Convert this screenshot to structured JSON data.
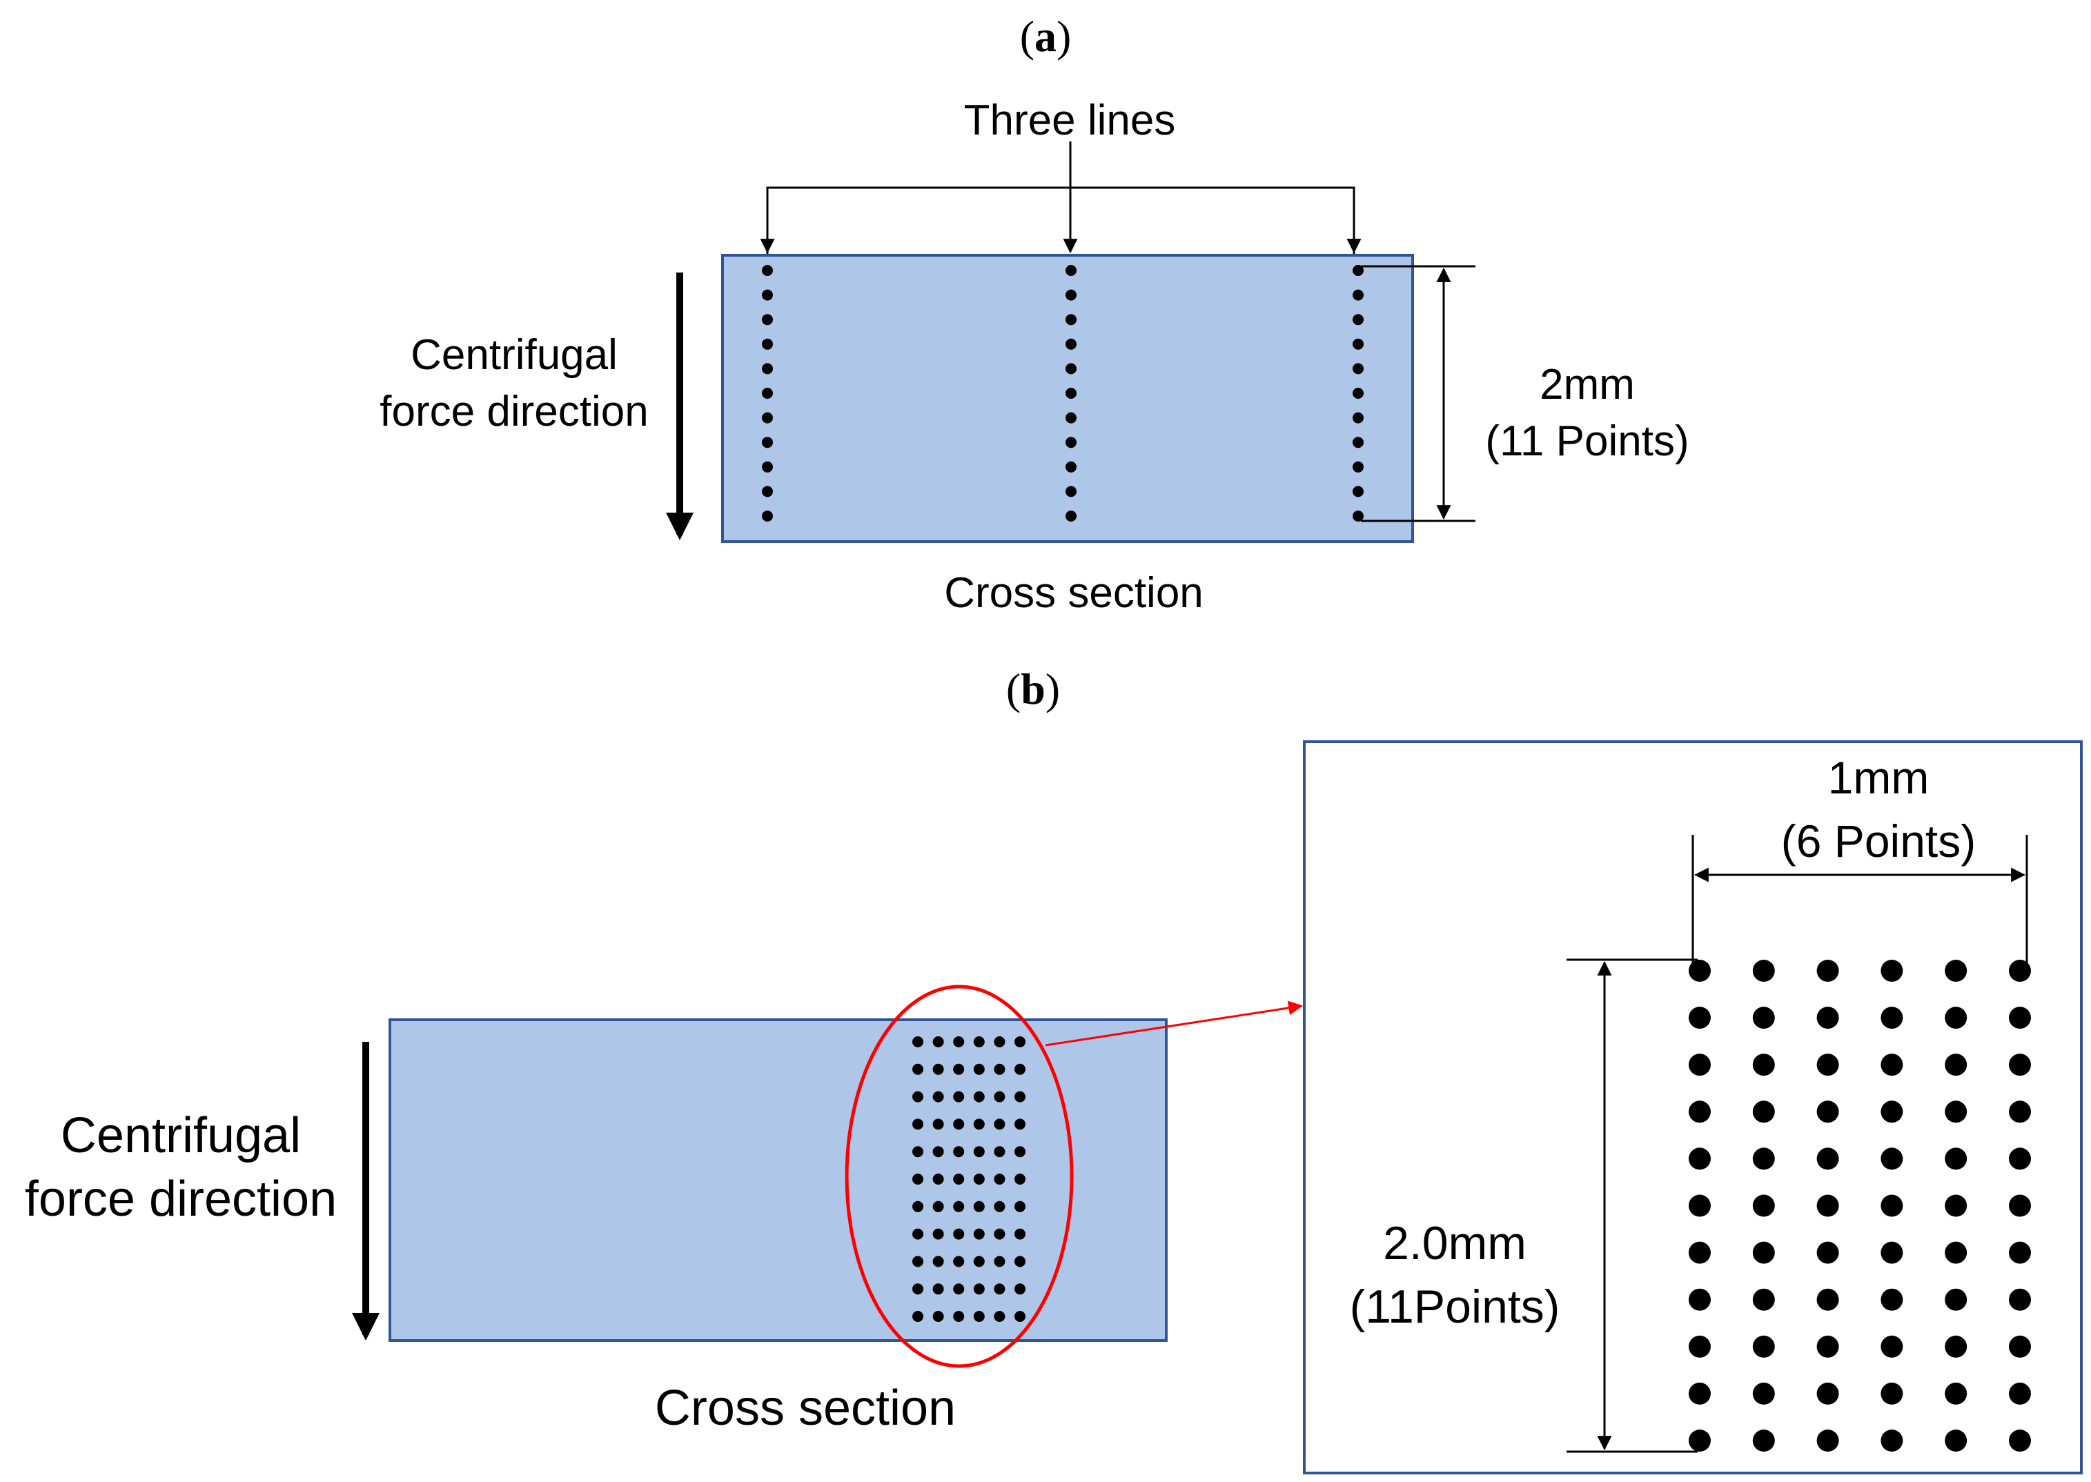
{
  "panel_a": {
    "label_open": "(",
    "label_letter": "a",
    "label_close": ")",
    "three_lines_label": "Three lines",
    "force_label_line1": "Centrifugal",
    "force_label_line2": "force direction",
    "dimension_line1": "2mm",
    "dimension_line2": "(11 Points)",
    "cross_section_label": "Cross section",
    "lines_count": 3,
    "points_per_line": 11
  },
  "panel_b": {
    "label_open": "(",
    "label_letter": "b",
    "label_close": ")",
    "force_label_line1": "Centrifugal",
    "force_label_line2": "force direction",
    "cross_section_label": "Cross section",
    "grid_columns": 6,
    "grid_rows": 11,
    "inset_width_line1": "1mm",
    "inset_width_line2": "(6 Points)",
    "inset_height_line1": "2.0mm",
    "inset_height_line2": "(11Points)"
  },
  "colors": {
    "sample_fill": "#aec7e8",
    "sample_stroke": "#2f5597",
    "inset_stroke": "#2f5597",
    "highlight": "#ff0000",
    "ink": "#000000"
  }
}
